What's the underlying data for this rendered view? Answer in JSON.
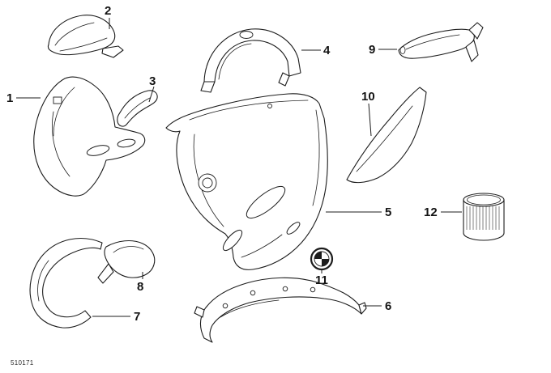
{
  "diagram": {
    "colors": {
      "background": "#ffffff",
      "line": "#1c1c1c"
    },
    "footer_code": "510171",
    "callouts": [
      {
        "label": "1",
        "part": "front-fairing-nose"
      },
      {
        "label": "2",
        "part": "windscreen-base-cowl"
      },
      {
        "label": "3",
        "part": "trim-strip"
      },
      {
        "label": "4",
        "part": "upper-cockpit-cover"
      },
      {
        "label": "5",
        "part": "main-side-fairing"
      },
      {
        "label": "6",
        "part": "belly-pan"
      },
      {
        "label": "7",
        "part": "front-fender"
      },
      {
        "label": "8",
        "part": "fender-rear-section"
      },
      {
        "label": "9",
        "part": "tail-cover"
      },
      {
        "label": "10",
        "part": "side-trim-blade"
      },
      {
        "label": "11",
        "part": "bmw-emblem"
      },
      {
        "label": "12",
        "part": "touch-up-paint-can"
      }
    ]
  }
}
